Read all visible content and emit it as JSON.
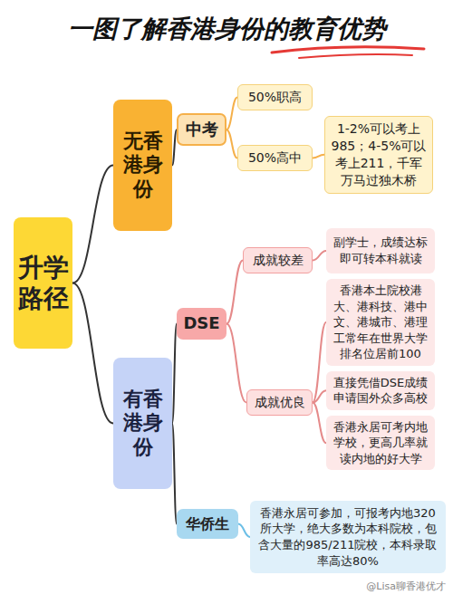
{
  "diagram": {
    "title": "一图了解香港身份的教育优势",
    "nodes": [
      {
        "text": [
          "升学路径"
        ]
      },
      {
        "text": [
          "无香港身份"
        ]
      },
      {
        "text": [
          "中考"
        ]
      },
      {
        "text": [
          "50%职高"
        ]
      },
      {
        "text": [
          "50%高中"
        ]
      },
      {
        "text": [
          "1-2%可以考上985；4-5%可以考上211，千军万马过独木桥"
        ]
      },
      {
        "text": [
          "有香港身份"
        ]
      },
      {
        "text": [
          "DSE"
        ]
      },
      {
        "text": [
          "成就较差"
        ]
      },
      {
        "text": [
          "副学士，成绩达标即可转本科就读"
        ]
      },
      {
        "text": [
          "成就优良"
        ]
      },
      {
        "text": [
          "香港本土院校港大、港科技、港中文、港城市、港理工常年在世界大学排名位居前100"
        ]
      },
      {
        "text": [
          "直接凭借DSE成绩申请国外众多高校"
        ]
      },
      {
        "text": [
          "香港永居可考内地学校，更高几率就读内地的好大学"
        ]
      },
      {
        "text": [
          "华侨生"
        ]
      },
      {
        "text": [
          "香港永居可参加，可报考内地320所大学，绝大多数为本科院校，包含大量的985/211院校，本科录取率高达80%"
        ]
      }
    ],
    "edges": [
      {
        "from": 0,
        "to": 1,
        "arrow": "none"
      },
      {
        "from": 0,
        "to": 6,
        "arrow": "none"
      },
      {
        "from": 1,
        "to": 2,
        "arrow": "none"
      },
      {
        "from": 2,
        "to": 3,
        "arrow": "none"
      },
      {
        "from": 2,
        "to": 4,
        "arrow": "none"
      },
      {
        "from": 4,
        "to": 5,
        "arrow": "none"
      },
      {
        "from": 6,
        "to": 7,
        "arrow": "none"
      },
      {
        "from": 6,
        "to": 14,
        "arrow": "none"
      },
      {
        "from": 7,
        "to": 8,
        "arrow": "none"
      },
      {
        "from": 7,
        "to": 10,
        "arrow": "none"
      },
      {
        "from": 8,
        "to": 9,
        "arrow": "none"
      },
      {
        "from": 10,
        "to": 11,
        "arrow": "none"
      },
      {
        "from": 10,
        "to": 12,
        "arrow": "none"
      },
      {
        "from": 10,
        "to": 13,
        "arrow": "none"
      },
      {
        "from": 14,
        "to": 15,
        "arrow": "none"
      }
    ],
    "labels": [
      "@Lisa聊香港优才"
    ]
  }
}
